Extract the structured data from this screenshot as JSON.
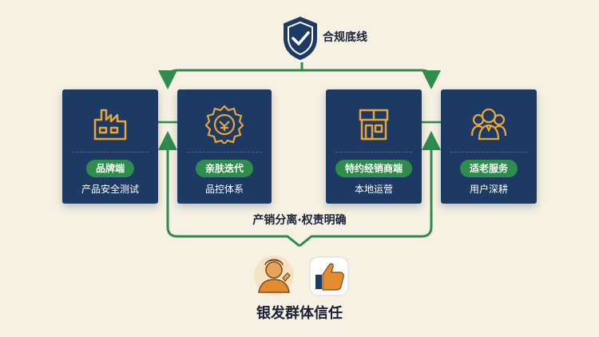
{
  "top": {
    "label": "合规底线",
    "icon": "shield-check-icon"
  },
  "cards": [
    {
      "title": "品牌端",
      "subtitle": "产品安全测试",
      "icon": "factory-icon"
    },
    {
      "title": "亲肤迭代",
      "subtitle": "品控体系",
      "icon": "quality-seal-icon"
    },
    {
      "title": "特约经销商端",
      "subtitle": "本地运营",
      "icon": "storefront-icon"
    },
    {
      "title": "适老服务",
      "subtitle": "用户深耕",
      "icon": "user-group-icon"
    }
  ],
  "middle_label": "产销分离·权责明确",
  "bottom": {
    "label": "银发群体信任",
    "icons": [
      "elderly-person-icon",
      "thumbs-up-icon"
    ]
  },
  "colors": {
    "background": "#f6f1e3",
    "card": "#1c3a63",
    "accent_green": "#2e8c4c",
    "icon_gold": "#e9a53a",
    "text_dark": "#1a2238"
  }
}
